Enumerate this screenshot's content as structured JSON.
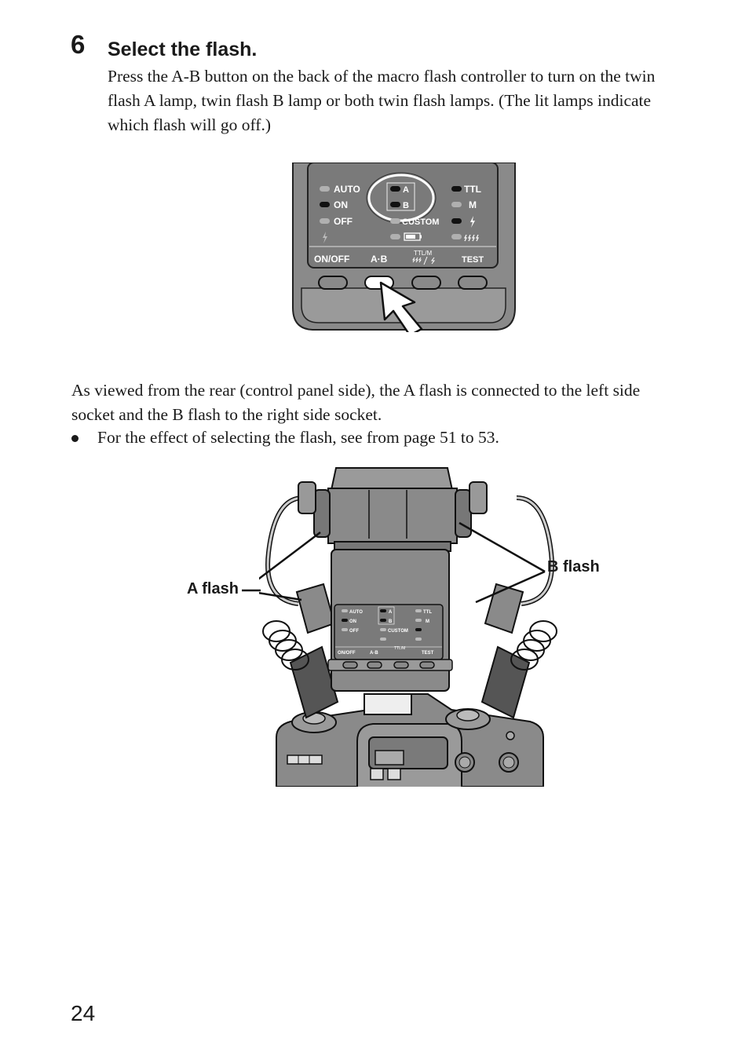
{
  "step": {
    "number": "6",
    "title": "Select the flash.",
    "body": "Press the A-B button on the back of the macro flash controller to turn on the twin flash A lamp, twin flash B lamp or both twin flash lamps. (The lit lamps indicate which flash will go off.)"
  },
  "panel": {
    "labels": {
      "auto": "AUTO",
      "on": "ON",
      "off": "OFF",
      "a": "A",
      "b": "B",
      "custom": "CUSTOM",
      "ttl": "TTL",
      "m": "M",
      "onoff": "ON/OFF",
      "ab": "A·B",
      "ttlm": "TTL/M",
      "test": "TEST"
    }
  },
  "connection": {
    "text": "As viewed from the rear (control panel side), the A flash is connected to the left side socket and the B flash to the right side socket.",
    "bullet": "For the effect of selecting the flash, see from page 51 to 53."
  },
  "figure2": {
    "callout_a": "A flash",
    "callout_b": "B flash"
  },
  "page_number": "24"
}
